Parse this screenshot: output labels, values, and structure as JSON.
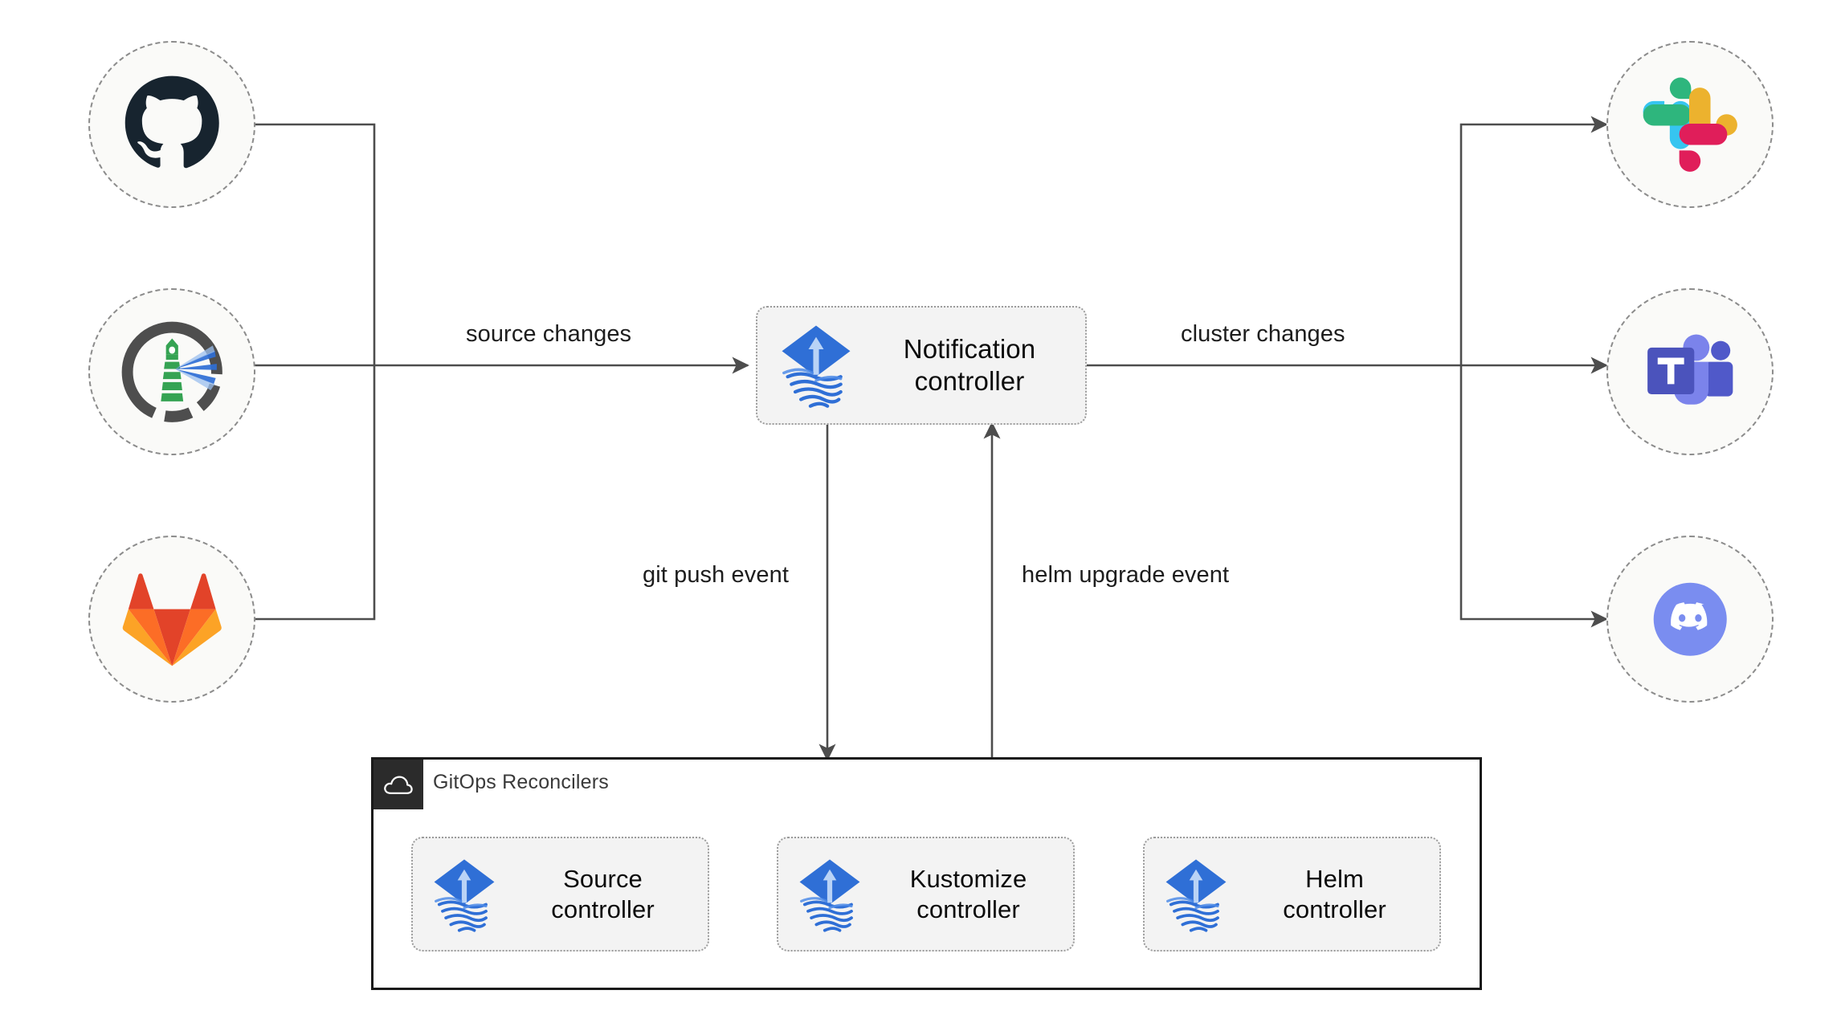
{
  "diagram": {
    "title": "Flux notification controller architecture",
    "background": "#ffffff",
    "line_color": "#4d4d4d",
    "box_fill": "#f3f3f3",
    "box_border": "#9b9b9b",
    "circle_fill": "#fafaf8",
    "circle_border": "#8c8c8c",
    "container_border": "#1a1a1a",
    "container_badge_fill": "#2b2b2b"
  },
  "sources": [
    {
      "id": "github",
      "name": "GitHub",
      "icon": "github-icon",
      "color": "#17242f"
    },
    {
      "id": "flagger",
      "name": "Flagger",
      "icon": "flagger-lighthouse-icon",
      "color": "#4e4e4e"
    },
    {
      "id": "gitlab",
      "name": "GitLab",
      "icon": "gitlab-icon",
      "color": "#e8452c"
    }
  ],
  "targets": [
    {
      "id": "slack",
      "name": "Slack",
      "icon": "slack-icon",
      "color": "#36c5f0"
    },
    {
      "id": "teams",
      "name": "Microsoft Teams",
      "icon": "microsoft-teams-icon",
      "color": "#4b53bc"
    },
    {
      "id": "discord",
      "name": "Discord",
      "icon": "discord-icon",
      "color": "#7a8df0"
    }
  ],
  "notification": {
    "label": "Notification\ncontroller",
    "icon": "flux-icon"
  },
  "container": {
    "title": "GitOps Reconcilers",
    "icon": "cloud-icon",
    "nodes": [
      {
        "id": "source-controller",
        "label": "Source\ncontroller",
        "icon": "flux-icon"
      },
      {
        "id": "kustomize-controller",
        "label": "Kustomize\ncontroller",
        "icon": "flux-icon"
      },
      {
        "id": "helm-controller",
        "label": "Helm\ncontroller",
        "icon": "flux-icon"
      }
    ]
  },
  "edges": [
    {
      "id": "source-changes",
      "label": "source changes",
      "from": "sources",
      "to": "notification"
    },
    {
      "id": "cluster-changes",
      "label": "cluster changes",
      "from": "notification",
      "to": "targets"
    },
    {
      "id": "git-push-event",
      "label": "git push event",
      "from": "notification",
      "to": "gitops-container"
    },
    {
      "id": "helm-upgrade-event",
      "label": "helm upgrade event",
      "from": "gitops-container",
      "to": "notification"
    },
    {
      "id": "source-to-kustomize",
      "label": "",
      "from": "source-controller",
      "to": "kustomize-controller"
    },
    {
      "id": "kustomize-to-helm",
      "label": "",
      "from": "kustomize-controller",
      "to": "helm-controller"
    }
  ]
}
